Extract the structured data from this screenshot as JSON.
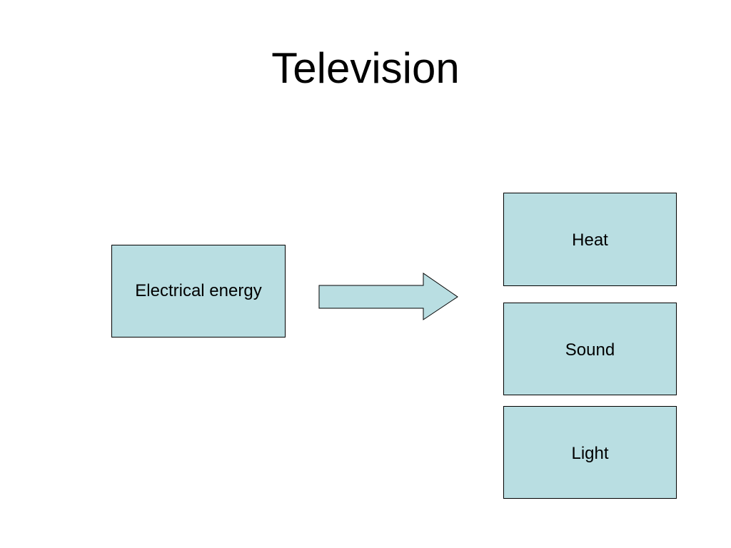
{
  "slide": {
    "title": "Television"
  },
  "diagram": {
    "source": {
      "label": "Electrical energy"
    },
    "outputs": [
      {
        "label": "Heat"
      },
      {
        "label": "Sound"
      },
      {
        "label": "Light"
      }
    ]
  },
  "colors": {
    "box_fill": "#b9dee2",
    "stroke": "#000000",
    "background": "#ffffff"
  }
}
